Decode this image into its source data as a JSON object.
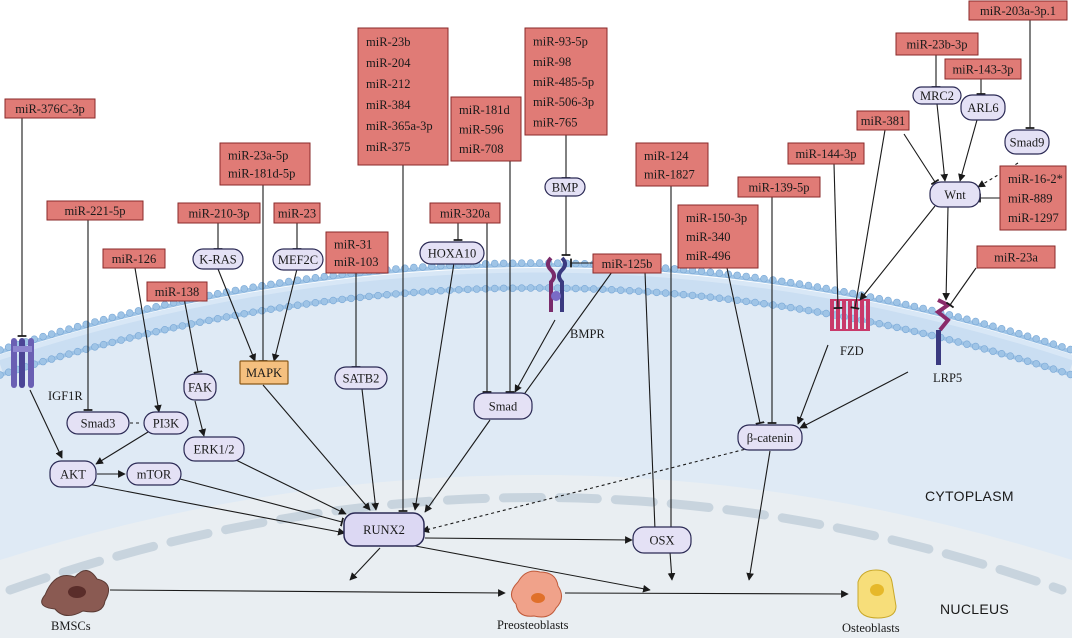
{
  "mirnas": {
    "m376c": [
      "miR-376C-3p"
    ],
    "m221": [
      "miR-221-5p"
    ],
    "m126": [
      "miR-126"
    ],
    "m138": [
      "miR-138"
    ],
    "m210": [
      "miR-210-3p"
    ],
    "m23a5p": [
      "miR-23a-5p",
      "miR-181d-5p"
    ],
    "m23": [
      "miR-23"
    ],
    "m31": [
      "miR-31",
      "miR-103"
    ],
    "m23b": [
      "miR-23b",
      "miR-204",
      "miR-212",
      "miR-384",
      "miR-365a-3p",
      "miR-375"
    ],
    "m320a": [
      "miR-320a"
    ],
    "m181d": [
      "miR-181d",
      "miR-596",
      "miR-708"
    ],
    "m93": [
      "miR-93-5p",
      "miR-98",
      "miR-485-5p",
      "miR-506-3p",
      "miR-765"
    ],
    "m125b": [
      "miR-125b"
    ],
    "m124": [
      "miR-124",
      "miR-1827"
    ],
    "m150": [
      "miR-150-3p",
      "miR-340",
      "miR-496"
    ],
    "m139": [
      "miR-139-5p"
    ],
    "m144": [
      "miR-144-3p"
    ],
    "m381": [
      "miR-381"
    ],
    "m23b3p": [
      "miR-23b-3p"
    ],
    "m143": [
      "miR-143-3p"
    ],
    "m203": [
      "miR-203a-3p.1"
    ],
    "m16": [
      "miR-16-2*",
      "miR-889",
      "miR-1297"
    ],
    "m23a": [
      "miR-23a"
    ]
  },
  "nodes": {
    "kras": "K-RAS",
    "mef2c": "MEF2C",
    "mapk": "MAPK",
    "satb2": "SATB2",
    "hoxa10": "HOXA10",
    "bmp": "BMP",
    "smad": "Smad",
    "smad3": "Smad3",
    "pi3k": "PI3K",
    "fak": "FAK",
    "erk": "ERK1/2",
    "akt": "AKT",
    "mtor": "mTOR",
    "runx2": "RUNX2",
    "osx": "OSX",
    "bcatenin": "β-catenin",
    "mrc2": "MRC2",
    "arl6": "ARL6",
    "wnt": "Wnt",
    "smad9": "Smad9"
  },
  "labels": {
    "igf1r": "IGF1R",
    "bmpr": "BMPR",
    "fzd": "FZD",
    "lrp5": "LRP5",
    "cytoplasm": "CYTOPLASM",
    "nucleus": "NUCLEUS",
    "bmscs": "BMSCs",
    "preosteoblasts": "Preosteoblasts",
    "osteoblasts": "Osteoblasts"
  },
  "colors": {
    "mirna_fill": "#e07b76",
    "node_fill": "#e4e1f5",
    "mapk_fill": "#f5c07f",
    "cytoplasm": "#dde9f5",
    "nucleus": "#e7edf2",
    "membrane_head": "#9fc4e6"
  }
}
